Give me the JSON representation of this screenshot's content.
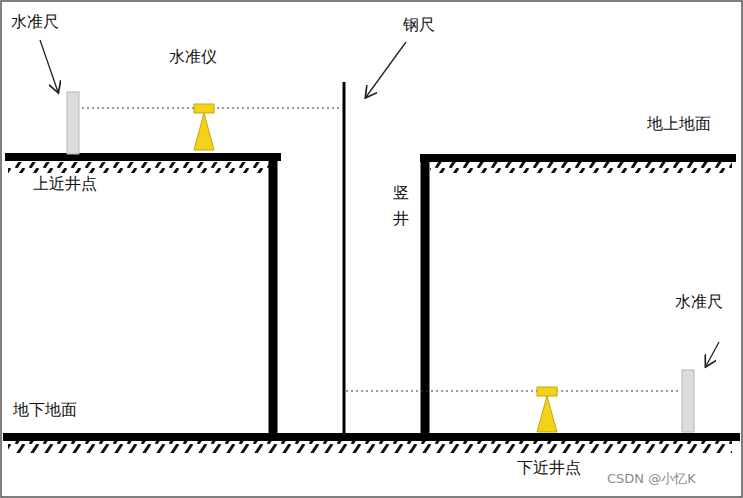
{
  "diagram": {
    "labels": [
      "水准尺",
      "水准仪",
      "钢尺",
      "地上地面",
      "上近井点",
      "竖井",
      "地下地面",
      "水准尺",
      "下近井点",
      "CSDN @小忆K"
    ]
  }
}
